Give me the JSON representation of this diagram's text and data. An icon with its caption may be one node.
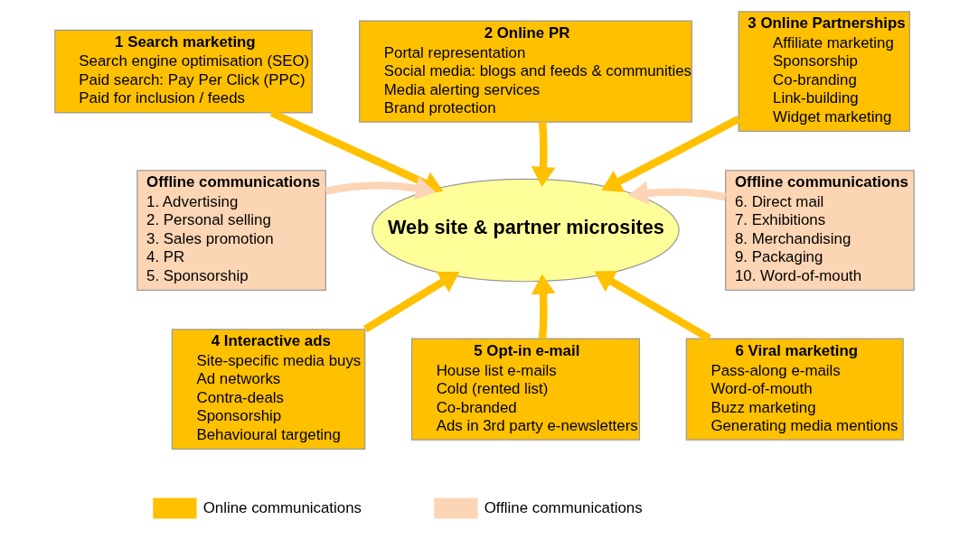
{
  "diagram": {
    "nodes": [
      {
        "text": [
          "1 Search marketing",
          "Search engine optimisation (SEO)",
          "Paid search: Pay Per Click (PPC)",
          "Paid for inclusion / feeds"
        ]
      },
      {
        "text": [
          "2 Online PR",
          "Portal representation",
          "Social media: blogs and feeds & communities",
          "Media alerting services",
          "Brand protection"
        ]
      },
      {
        "text": [
          "3 Online Partnerships",
          "Affiliate marketing",
          "Sponsorship",
          "Co-branding",
          "Link-building",
          "Widget marketing"
        ]
      },
      {
        "text": [
          "Offline communications",
          "1. Advertising",
          "2. Personal selling",
          "3. Sales promotion",
          "4. PR",
          "5. Sponsorship"
        ]
      },
      {
        "text": [
          "Web site & partner microsites"
        ]
      },
      {
        "text": [
          "Offline communications",
          "6. Direct mail",
          "7. Exhibitions",
          "8. Merchandising",
          "9. Packaging",
          "10. Word-of-mouth"
        ]
      },
      {
        "text": [
          "4 Interactive ads",
          "Site-specific media buys",
          "Ad networks",
          "Contra-deals",
          "Sponsorship",
          "Behavioural targeting"
        ]
      },
      {
        "text": [
          "5 Opt-in e-mail",
          "House list e-mails",
          "Cold (rented list)",
          "Co-branded",
          "Ads in 3rd party e-newsletters"
        ]
      },
      {
        "text": [
          "6 Viral marketing",
          "Pass-along e-mails",
          "Word-of-mouth",
          "Buzz marketing",
          "Generating media mentions"
        ]
      }
    ],
    "edges": [
      {
        "from": 0,
        "to": 4,
        "arrow": "to"
      },
      {
        "from": 1,
        "to": 4,
        "arrow": "to"
      },
      {
        "from": 2,
        "to": 4,
        "arrow": "to"
      },
      {
        "from": 3,
        "to": 4,
        "arrow": "to",
        "color": "#fbd5b5"
      },
      {
        "from": 5,
        "to": 4,
        "arrow": "to",
        "color": "#fbd5b5"
      },
      {
        "from": 6,
        "to": 4,
        "arrow": "to"
      },
      {
        "from": 7,
        "to": 4,
        "arrow": "to"
      },
      {
        "from": 8,
        "to": 4,
        "arrow": "to"
      }
    ],
    "legend": [
      {
        "text": "Online communications",
        "color": "#ffc000"
      },
      {
        "text": "Offline communications",
        "color": "#fbd5b5"
      }
    ]
  }
}
